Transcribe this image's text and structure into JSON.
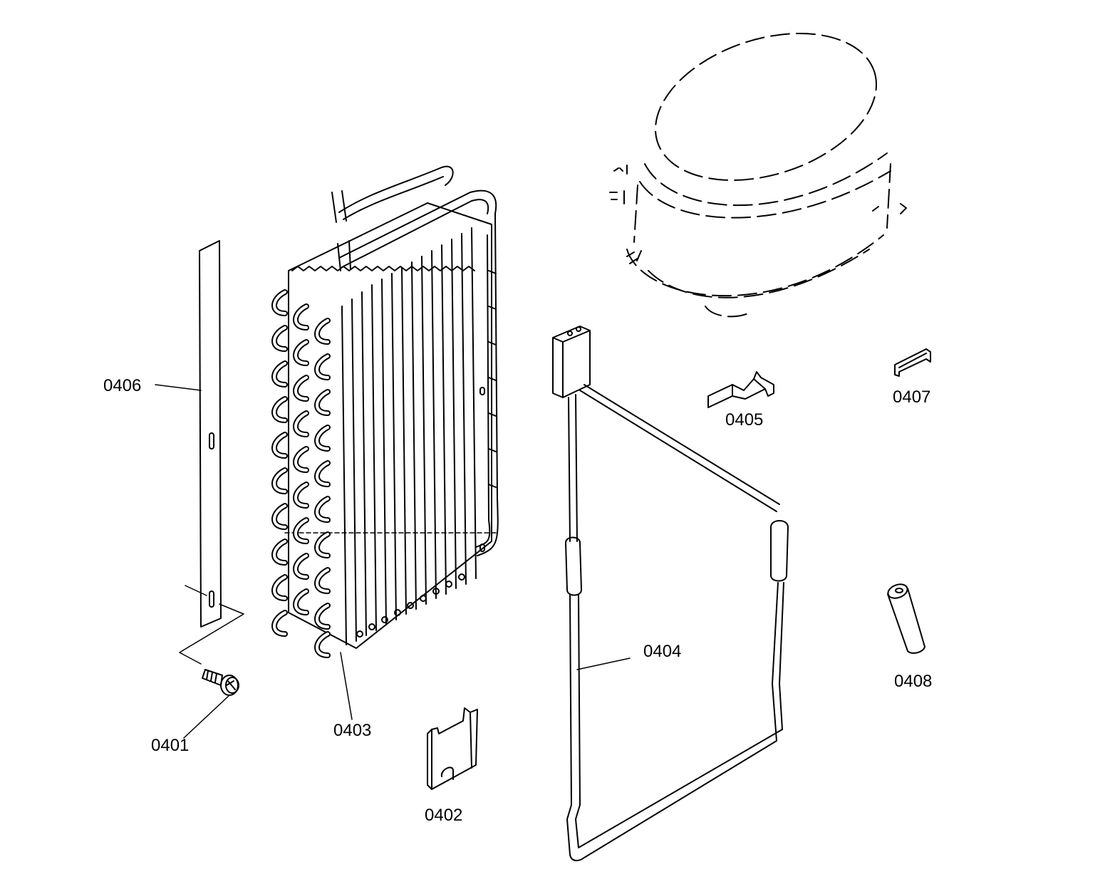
{
  "labels": {
    "p0401": "0401",
    "p0402": "0402",
    "p0403": "0403",
    "p0404": "0404",
    "p0405": "0405",
    "p0406": "0406",
    "p0407": "0407",
    "p0408": "0408"
  },
  "colors": {
    "line": "#000000",
    "background": "#ffffff"
  }
}
